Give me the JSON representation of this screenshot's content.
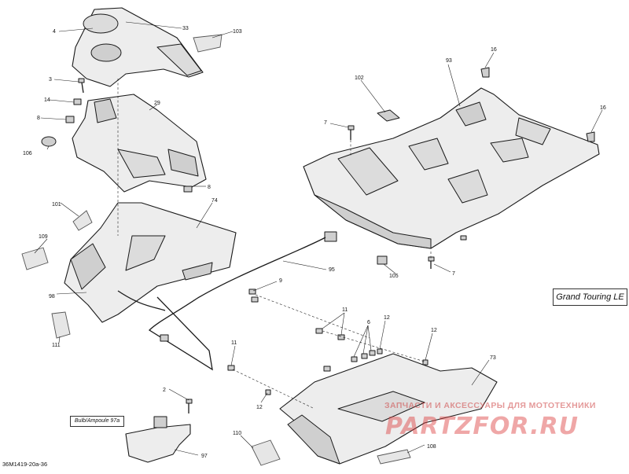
{
  "model_label": "Grand Touring LE",
  "bulb_label": "Bulb/Ampoule 97a",
  "drawing_code": "36M1419-20a-36",
  "watermark": {
    "subtitle": "ЗАПЧАСТИ И АКСЕССУАРЫ ДЛЯ МОТОТЕХНИКИ",
    "logo": "PARTZFOR.RU"
  },
  "callouts": [
    "4",
    "33",
    "103",
    "3",
    "29",
    "14",
    "8",
    "106",
    "8",
    "102",
    "93",
    "16",
    "16",
    "7",
    "101",
    "74",
    "109",
    "98",
    "95",
    "105",
    "7",
    "9",
    "111",
    "11",
    "6",
    "12",
    "12",
    "11",
    "73",
    "2",
    "12",
    "110",
    "108",
    "97"
  ]
}
